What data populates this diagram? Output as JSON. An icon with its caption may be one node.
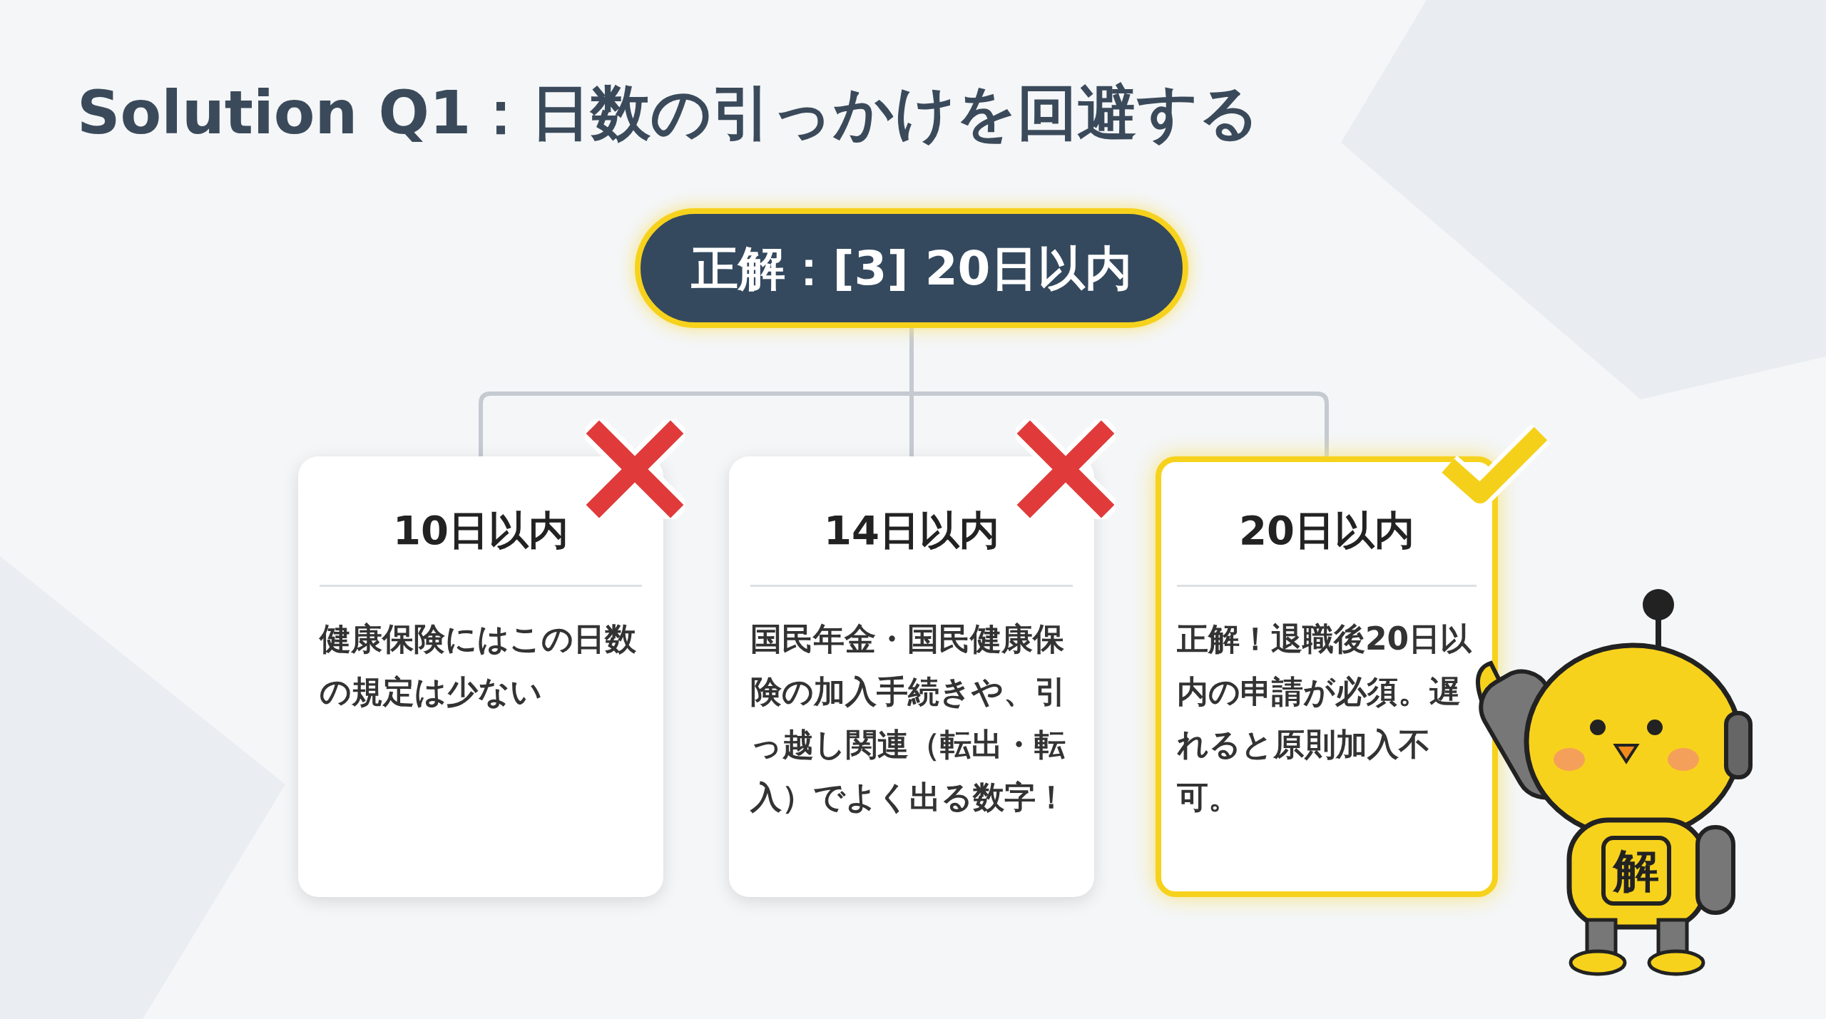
{
  "diagram": {
    "title": "Solution Q1：日数の引っかけを回避する",
    "nodes": [
      {
        "text": [
          "正解：[3] 20日以内"
        ]
      },
      {
        "text": [
          "10日以内",
          "健康保険にはこの日数の規定は少ない"
        ]
      },
      {
        "text": [
          "14日以内",
          "国民年金・国民健康保険の加入手続きや、引っ越し関連（転出・転入）でよく出る数字！"
        ]
      },
      {
        "text": [
          "20日以内",
          "正解！退職後20日以内の申請が必須。遅れると原則加入不可。"
        ]
      },
      {
        "text": [],
        "shape": "cross"
      },
      {
        "text": [],
        "shape": "cross"
      },
      {
        "text": [],
        "shape": "check"
      }
    ],
    "edges": [
      {
        "from": 0,
        "to": 1,
        "arrow": "none"
      },
      {
        "from": 0,
        "to": 2,
        "arrow": "none"
      },
      {
        "from": 0,
        "to": 3,
        "arrow": "none"
      }
    ],
    "labels": [
      "解"
    ]
  }
}
